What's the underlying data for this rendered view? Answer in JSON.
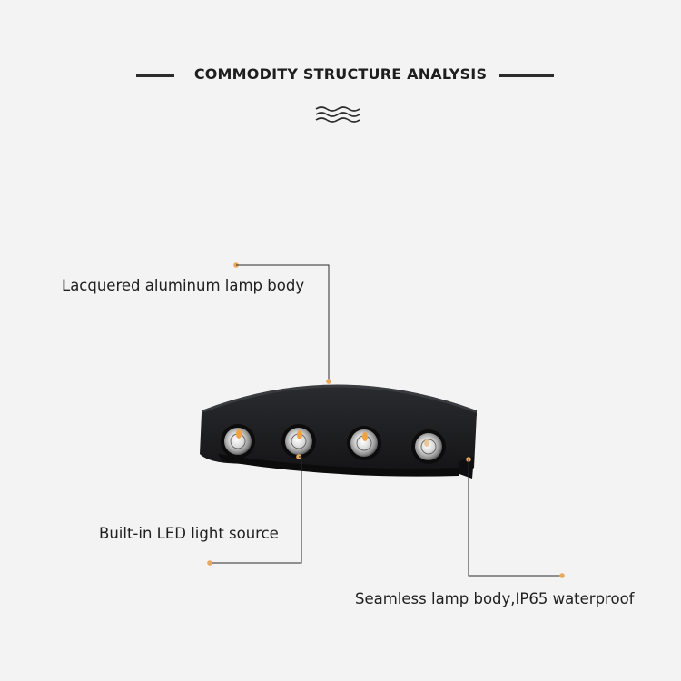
{
  "header": {
    "title": "COMMODITY STRUCTURE ANALYSIS"
  },
  "annotations": [
    {
      "label": "Lacquered aluminum lamp body"
    },
    {
      "label": "Built-in LED light source"
    },
    {
      "label": "Seamless lamp body,IP65 waterproof"
    }
  ],
  "colors": {
    "background": "#f3f3f3",
    "accent_dot": "#e8a95c",
    "line": "#2b2b2b",
    "lamp_body": "#1b1c1e",
    "led_warm": "#f0a23d"
  }
}
